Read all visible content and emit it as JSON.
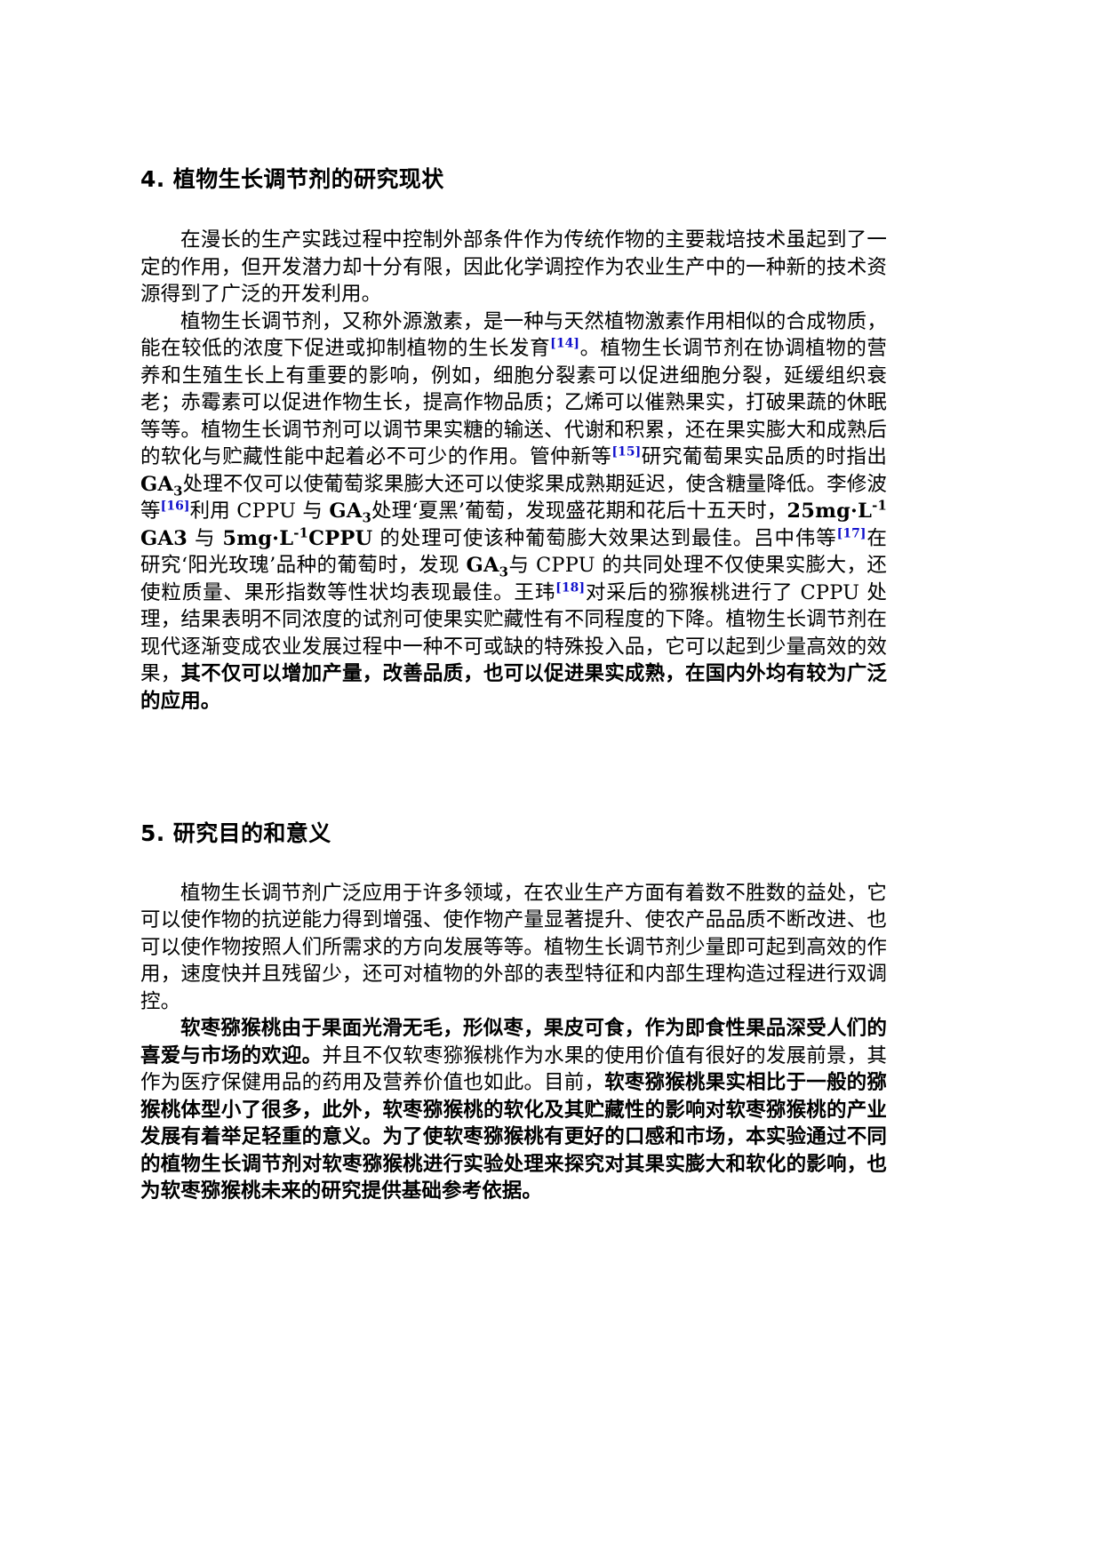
{
  "document": {
    "language": "zh-CN",
    "page_background": "#ffffff",
    "text_color": "#000000",
    "citation_color": "#1111cc"
  },
  "sections": [
    {
      "id": "section-4",
      "number": "4.",
      "heading": "4. 植物生长调节剂的研究现状",
      "paragraphs": [
        {
          "id": "s4-p1",
          "runs": [
            {
              "type": "text",
              "value": "在漫长的生产实践过程中控制外部条件作为传统作物的主要栽培技术虽起到了一定的作用，但开发潜力却十分有限，因此化学调控作为农业生产中的一种新的技术资源得到了广泛的开发利用。"
            }
          ]
        },
        {
          "id": "s4-p2",
          "runs": [
            {
              "type": "text",
              "value": "植物生长调节剂，又称外源激素，是一种与天然植物激素作用相似的合成物质，能在较低的浓度下促进或抑制植物的生长发育"
            },
            {
              "type": "cite",
              "value": "[14]"
            },
            {
              "type": "text",
              "value": "。植物生长调节剂在协调植物的营养和生殖生长上有重要的影响，例如，细胞分裂素可以促进细胞分裂，延缓组织衰老；赤霉素可以促进作物生长，提高作物品质；乙烯可以催熟果实，打破果蔬的休眠等等。植物生长调节剂可以调节果实糖的输送、代谢和积累，还在果实膨大和成熟后的软化与贮藏性能中起着必不可少的作用。管仲新等"
            },
            {
              "type": "cite",
              "value": "[15]"
            },
            {
              "type": "text",
              "value": "研究葡萄果实品质的时指出 "
            },
            {
              "type": "latin-sub",
              "base": "GA",
              "sub": "3"
            },
            {
              "type": "text",
              "value": "处理不仅可以使葡萄浆果膨大还可以使浆果成熟期延迟，使含糖量降低。李修波等"
            },
            {
              "type": "cite",
              "value": "[16]"
            },
            {
              "type": "text",
              "value": "利用 "
            },
            {
              "type": "latin-reg",
              "value": "CPPU"
            },
            {
              "type": "text",
              "value": " 与 "
            },
            {
              "type": "latin-sub",
              "base": "GA",
              "sub": "3"
            },
            {
              "type": "text",
              "value": "处理‘夏黑’葡萄，发现盛花期和花后十五天时，"
            },
            {
              "type": "latin",
              "value": "25mg·L"
            },
            {
              "type": "sup-latin",
              "value": "-1"
            },
            {
              "type": "latin",
              "value": "GA3"
            },
            {
              "type": "text",
              "value": " 与 "
            },
            {
              "type": "latin",
              "value": "5mg·L"
            },
            {
              "type": "sup-latin",
              "value": "-1"
            },
            {
              "type": "latin",
              "value": "CPPU"
            },
            {
              "type": "text",
              "value": " 的处理可使该种葡萄膨大效果达到最佳。吕中伟等"
            },
            {
              "type": "cite",
              "value": "[17]"
            },
            {
              "type": "text",
              "value": "在研究‘阳光玫瑰’品种的葡萄时，发现 "
            },
            {
              "type": "latin-sub",
              "base": "GA",
              "sub": "3"
            },
            {
              "type": "text",
              "value": "与 "
            },
            {
              "type": "latin-reg",
              "value": "CPPU"
            },
            {
              "type": "text",
              "value": " 的共同处理不仅使果实膨大，还使粒质量、果形指数等性状均表现最佳。王玮"
            },
            {
              "type": "cite",
              "value": "[18]"
            },
            {
              "type": "text",
              "value": "对采后的猕猴桃进行了 "
            },
            {
              "type": "latin-reg",
              "value": "CPPU"
            },
            {
              "type": "text",
              "value": " 处理，结果表明不同浓度的试剂可使果实贮藏性有不同程度的下降。植物生长调节剂在现代逐渐变成农业发展过程中一种不可或缺的特殊投入品，它可以起到少量高效的效果，"
            },
            {
              "type": "bold",
              "value": "其不仅可以增加产量，改善品质，也可以促进果实成熟，在国内外均有较为广泛的应用。"
            }
          ]
        }
      ]
    },
    {
      "id": "section-5",
      "number": "5.",
      "heading": "5. 研究目的和意义",
      "paragraphs": [
        {
          "id": "s5-p1",
          "runs": [
            {
              "type": "text",
              "value": "植物生长调节剂广泛应用于许多领域，在农业生产方面有着数不胜数的益处，它可以使作物的抗逆能力得到增强、使作物产量显著提升、使农产品品质不断改进、也可以使作物按照人们所需求的方向发展等等。植物生长调节剂少量即可起到高效的作用，速度快并且残留少，还可对植物的外部的表型特征和内部生理构造过程进行双调控。"
            }
          ]
        },
        {
          "id": "s5-p2",
          "runs": [
            {
              "type": "bold",
              "value": "软枣猕猴桃由于果面光滑无毛，形似枣，果皮可食，作为即食性果品深受人们的喜爱与市场的欢迎。"
            },
            {
              "type": "text",
              "value": "并且不仅软枣猕猴桃作为水果的使用价值有很好的发展前景，其作为医疗保健用品的药用及营养价值也如此。目前，"
            },
            {
              "type": "bold",
              "value": "软枣猕猴桃果实相比于一般的猕猴桃体型小了很多，此外，软枣猕猴桃的软化及其贮藏性的影响对软枣猕猴桃的产业发展有着举足轻重的意义。为了使软枣猕猴桃有更好的口感和市场，本实验通过不同的植物生长调节剂对软枣猕猴桃进行实验处理来探究对其果实膨大和软化的影响，也为软枣猕猴桃未来的研究提供基础参考依据。"
            }
          ]
        }
      ]
    }
  ]
}
